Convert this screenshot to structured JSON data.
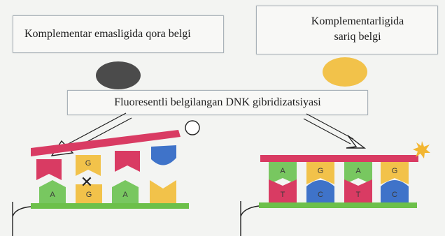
{
  "labels": {
    "mismatch": "Komplementar emasligida qora belgi",
    "match_line1": "Komplementarligida",
    "match_line2": "sariq belgi",
    "hybridization": "Fluoresentli belgilangan DNK gibridizatsiyasi"
  },
  "markers": {
    "mismatch_color": "#4b4b4b",
    "match_color": "#f2c24a"
  },
  "left_probe": {
    "top_letters": [
      "",
      "G",
      "",
      ""
    ],
    "bottom_letters": [
      "A",
      "G",
      "A",
      ""
    ],
    "top_colors": [
      "#d93b63",
      "#f2c24a",
      "#d93b63",
      "#3f73c9"
    ],
    "bottom_colors": [
      "#78c760",
      "#f2c24a",
      "#78c760",
      "#f2c24a"
    ],
    "mismatch_symbol": "✕"
  },
  "right_probe": {
    "top_letters": [
      "A",
      "G",
      "A",
      "G"
    ],
    "bottom_letters": [
      "T",
      "C",
      "T",
      "C"
    ],
    "top_colors": [
      "#78c760",
      "#f2c24a",
      "#78c760",
      "#f2c24a"
    ],
    "bottom_colors": [
      "#d93b63",
      "#3f73c9",
      "#d93b63",
      "#3f73c9"
    ]
  },
  "colors": {
    "strand_red": "#d93b63",
    "strand_green": "#6cc04a"
  }
}
